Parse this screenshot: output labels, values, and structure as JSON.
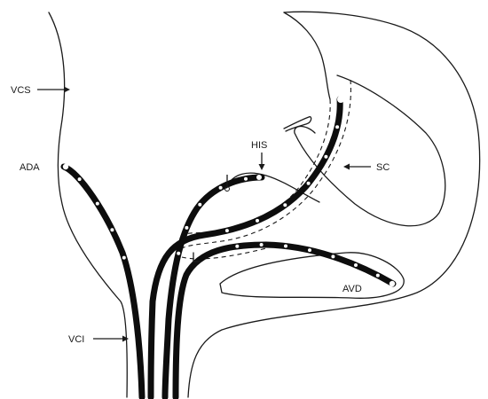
{
  "labels": {
    "vcs": "VCS",
    "ada": "ADA",
    "his": "HIS",
    "sc": "SC",
    "avd": "AVD",
    "vci": "VCI"
  }
}
